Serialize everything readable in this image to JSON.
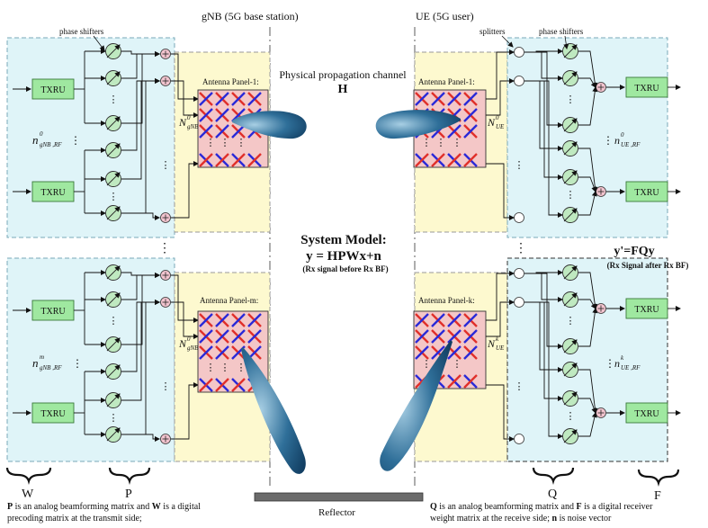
{
  "header": {
    "gnb_title": "gNB (5G base station)",
    "ue_title": "UE (5G user)"
  },
  "labels": {
    "phase_shifters": "phase shifters",
    "splitters": "splitters",
    "txru": "TXRU",
    "channel_title": "Physical propagation channel",
    "channel_symbol": "H",
    "reflector": "Reflector",
    "vdots": "⋮",
    "dots": "…"
  },
  "panels": {
    "gnb_top": "Antenna Panel-1:",
    "gnb_bottom": "Antenna Panel-m:",
    "ue_top": "Antenna Panel-1:",
    "ue_bottom": "Antenna Panel-k:"
  },
  "math": {
    "n_gnb_rf_top": "n",
    "n_gnb_rf_top_sup": "0",
    "n_gnb_rf_top_sub": "gNB ,RF",
    "n_gnb_rf_bot": "n",
    "n_gnb_rf_bot_sup": "m",
    "n_gnb_rf_bot_sub": "gNB ,RF",
    "N_gnb_top": "N",
    "N_gnb_top_sup": "0",
    "N_gnb_top_sub": "gNB",
    "N_gnb_bot": "N",
    "N_gnb_bot_sup": "0",
    "N_gnb_bot_sub": "gNB",
    "N_ue_top": "N",
    "N_ue_top_sup": "0",
    "N_ue_top_sub": "UE",
    "N_ue_bot": "N",
    "N_ue_bot_sup": "k",
    "N_ue_bot_sub": "UE",
    "n_ue_rf_top": "n",
    "n_ue_rf_top_sup": "0",
    "n_ue_rf_top_sub": "UE ,RF",
    "n_ue_rf_bot": "n",
    "n_ue_rf_bot_sup": "k",
    "n_ue_rf_bot_sub": "UE ,RF"
  },
  "system_model": {
    "title": "System Model:",
    "equation": "y = HPWx+n",
    "note": "(Rx signal before Rx BF)",
    "rx_equation": "y'=FQy",
    "rx_note": "(Rx Signal after Rx BF)"
  },
  "braces": {
    "w": "W",
    "p": "P",
    "q": "Q",
    "f": "F"
  },
  "captions": {
    "left_line1_b1": "P",
    "left_line1_t1": " is an analog beamforming matrix and ",
    "left_line1_b2": "W",
    "left_line1_t2": " is a digital",
    "left_line2": "precoding matrix at the transmit side;",
    "right_line1_b1": "Q",
    "right_line1_t1": " is an analog beamforming matrix and ",
    "right_line1_b2": "F",
    "right_line1_t2": " is a digital receiver",
    "right_line2_t1": "weight matrix at the receive side;  ",
    "right_line2_b1": "n",
    "right_line2_t2": " is noise vector"
  },
  "colors": {
    "tx_region": "#dff4f8",
    "panel_region": "#fdf9cf",
    "antenna_bg": "#f4c7c7",
    "txru": "#9fe8a0",
    "phase_shifter": "#bfe9c0",
    "combiner": "#f2c4cf",
    "beam": "#1c5d86",
    "cross_red": "#e0302b",
    "cross_blue": "#2a2ad8"
  }
}
